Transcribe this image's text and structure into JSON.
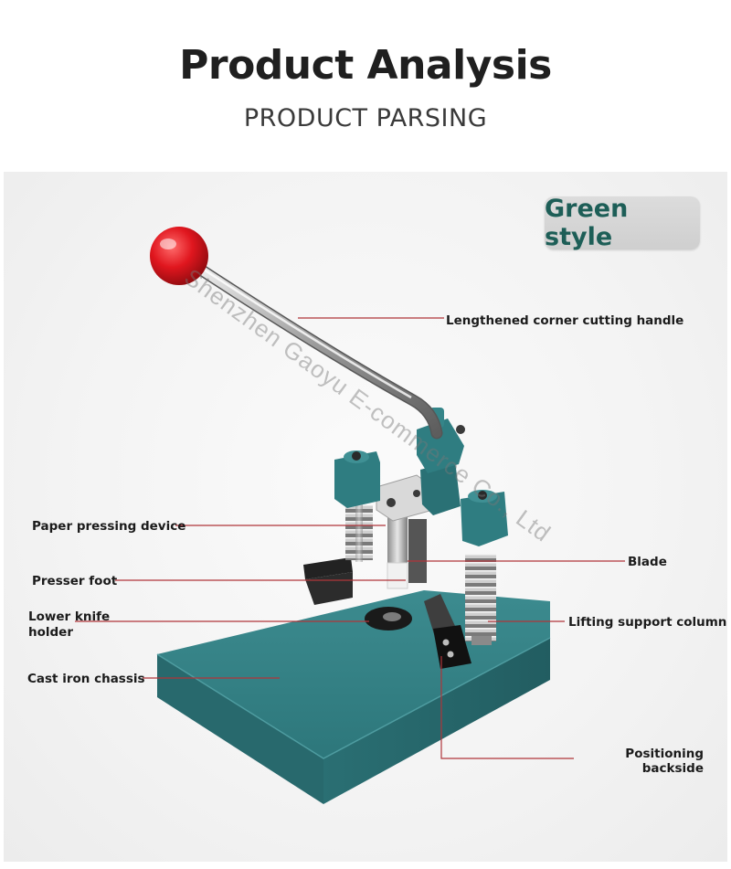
{
  "header": {
    "title": "Product Analysis",
    "subtitle": "PRODUCT PARSING"
  },
  "badge": {
    "text": "Green style"
  },
  "watermark": {
    "text": "Shenzhen Gaoyu E-commerce Co., Ltd"
  },
  "callouts": {
    "handle": "Lengthened corner cutting handle",
    "pressing_device": "Paper pressing device",
    "blade": "Blade",
    "presser_foot": "Presser foot",
    "lower_knife_holder_1": "Lower knife",
    "lower_knife_holder_2": "holder",
    "lifting_column": "Lifting support column",
    "chassis": "Cast iron chassis",
    "backside_1": "Positioning",
    "backside_2": "backside"
  },
  "colors": {
    "machine_teal": "#2f7d81",
    "machine_teal_dark": "#1f5a5e",
    "knob_red": "#e0161e",
    "leader_line": "#b0353a",
    "badge_text": "#1d5e57"
  },
  "icons": {
    "knob": "red-ball-knob",
    "spring": "coil-spring"
  }
}
